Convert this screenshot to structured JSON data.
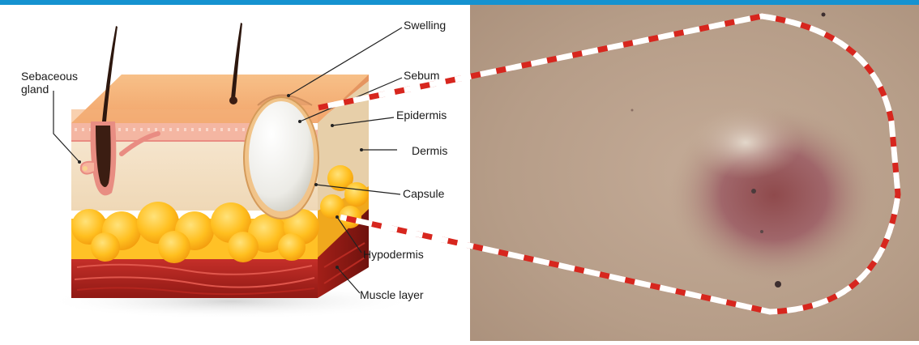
{
  "colors": {
    "top_bar": "#1592d0",
    "leader": "#222222",
    "dash_red": "#d7261e",
    "skin_photo": "#b9a08b",
    "bump_red": "#8f4a4c"
  },
  "labels": {
    "sebaceous_gland": "Sebaceous\ngland",
    "swelling": "Swelling",
    "sebum": "Sebum",
    "epidermis": "Epidermis",
    "dermis": "Dermis",
    "capsule": "Capsule",
    "hypodermis": "Hypodermis",
    "muscle_layer": "Muscle layer"
  }
}
